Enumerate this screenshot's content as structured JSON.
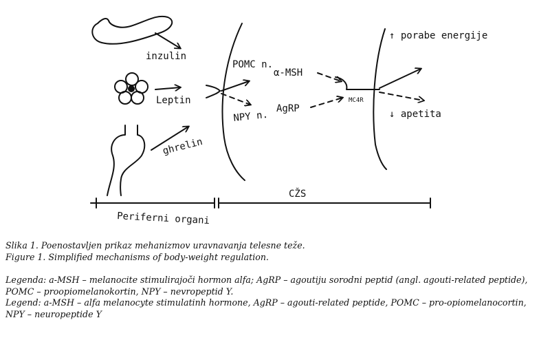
{
  "diagram": {
    "labels": {
      "insulin": "inzulin",
      "leptin": "Leptin",
      "ghrelin": "ghrelin",
      "pomc_neurons": "POMC n.",
      "npy_neurons": "NPY n.",
      "amsh": "α-MSH",
      "agrp": "AgRP",
      "mc4r": "MC4R",
      "energy_up": "↑ porabe energije",
      "appetite_down": "↓ apetita",
      "cns": "CŽS",
      "peripheral": "Periferni organi"
    }
  },
  "captions": {
    "title_sl": "Slika 1. Poenostavljen prikaz mehanizmov uravnavanja telesne teže.",
    "title_en": "Figure 1. Simplified mechanisms of body-weight regulation.",
    "legend_sl": "Legenda: a-MSH – melanocite stimulirajoči hormon alfa; AgRP – agoutiju sorodni peptid  (angl. agouti-related peptide), POMC – proopiomelanokortin, NPY – nevropeptid Y.",
    "legend_en": "Legend: a-MSH – alfa melanocyte stimulatinh hormone, AgRP –  agouti-related peptide, POMC – pro-opiomelanocortin, NPY – neuropeptide Y"
  }
}
